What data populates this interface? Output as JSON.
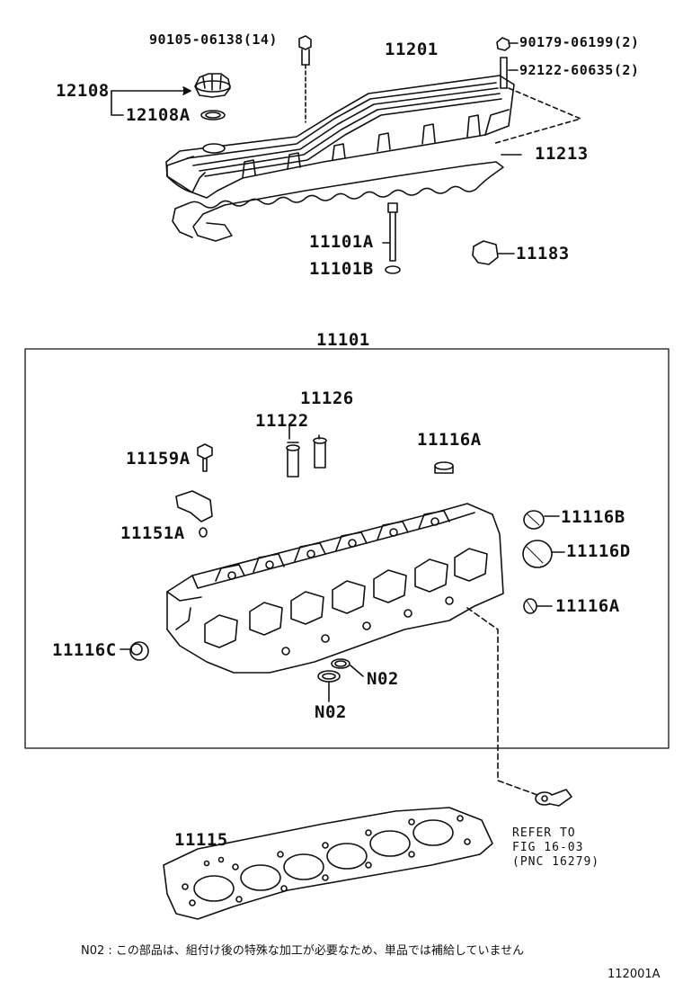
{
  "parts": {
    "p90105": "90105-06138(14)",
    "p11201": "11201",
    "p90179": "90179-06199(2)",
    "p92122": "92122-60635(2)",
    "p12108": "12108",
    "p12108A": "12108A",
    "p11213": "11213",
    "p11101A": "11101A",
    "p11101B": "11101B",
    "p11183": "11183",
    "p11101": "11101",
    "p11126": "11126",
    "p11122": "11122",
    "p11116A_top": "11116A",
    "p11159A": "11159A",
    "p11116B": "11116B",
    "p11151A": "11151A",
    "p11116D": "11116D",
    "p11116A_side": "11116A",
    "p11116C": "11116C",
    "pN02_right": "N02",
    "pN02_bottom": "N02",
    "p11115": "11115"
  },
  "refer": {
    "line1": "REFER TO",
    "line2": "FIG 16-03",
    "line3": "(PNC 16279)"
  },
  "footnote": "N02 : この部品は、組付け後の特殊な加工が必要なため、単品では補給していません",
  "figure_id": "112001A"
}
